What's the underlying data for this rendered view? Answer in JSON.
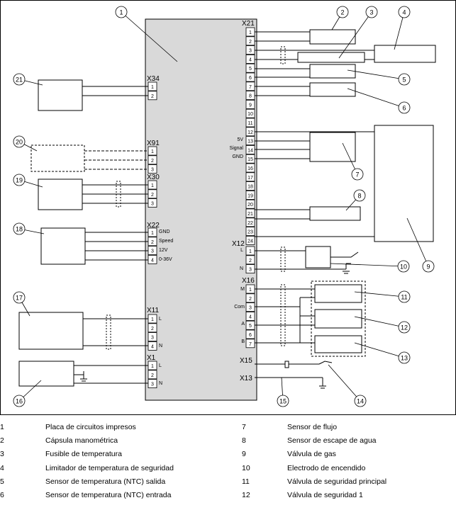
{
  "diagram": {
    "callouts": [
      "1",
      "2",
      "3",
      "4",
      "5",
      "6",
      "7",
      "8",
      "9",
      "10",
      "11",
      "12",
      "13",
      "14",
      "15",
      "16",
      "17",
      "18",
      "19",
      "20",
      "21"
    ],
    "connectors": {
      "x21": "X21",
      "x34": "X34",
      "x91": "X91",
      "x30": "X30",
      "x22": "X22",
      "x11": "X11",
      "x1": "X1",
      "x12": "X12",
      "x16": "X16",
      "x15": "X15",
      "x13": "X13"
    },
    "x21_pins": [
      "1",
      "2",
      "3",
      "4",
      "5",
      "6",
      "7",
      "8",
      "9",
      "10",
      "11",
      "12",
      "13",
      "14",
      "15",
      "16",
      "17",
      "18",
      "19",
      "20",
      "21",
      "22",
      "23",
      "24"
    ],
    "x21_signal_labels": [
      "5V",
      "Signal",
      "GND"
    ],
    "x22_labels": [
      "GND",
      "Speed",
      "12V",
      "0-36V"
    ],
    "x11_labels": [
      "L",
      "N"
    ],
    "x1_labels": [
      "L",
      "N"
    ],
    "x12_labels": [
      "L",
      "N"
    ],
    "x16_labels": [
      "M",
      "Com",
      "A",
      "B"
    ],
    "valve_labels": {
      "minus": "-",
      "plus": "+"
    },
    "pin_numbers": {
      "p1": "1",
      "p2": "2",
      "p3": "3",
      "p4": "4"
    }
  },
  "legend": {
    "left": [
      {
        "num": "1",
        "text": "Placa de circuitos impresos"
      },
      {
        "num": "2",
        "text": "Cápsula manométrica"
      },
      {
        "num": "3",
        "text": "Fusible de temperatura"
      },
      {
        "num": "4",
        "text": "Limitador de temperatura de seguridad"
      },
      {
        "num": "5",
        "text": "Sensor de temperatura (NTC) salida"
      },
      {
        "num": "6",
        "text": "Sensor de temperatura (NTC) entrada"
      }
    ],
    "right": [
      {
        "num": "7",
        "text": "Sensor de flujo"
      },
      {
        "num": "8",
        "text": "Sensor de escape de agua"
      },
      {
        "num": "9",
        "text": "Válvula de gas"
      },
      {
        "num": "10",
        "text": "Electrodo de encendido"
      },
      {
        "num": "11",
        "text": "Válvula de seguridad principal"
      },
      {
        "num": "12",
        "text": "Válvula de seguridad 1"
      }
    ]
  }
}
